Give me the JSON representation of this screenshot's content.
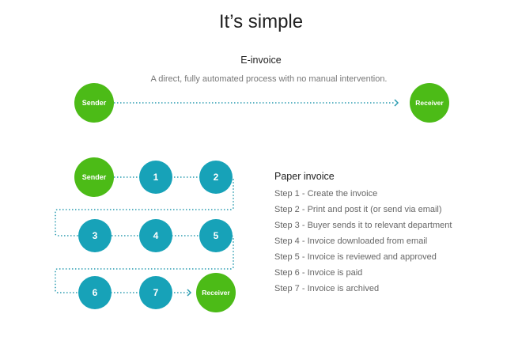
{
  "title": "It’s simple",
  "einvoice": {
    "title": "E-invoice",
    "description": "A direct, fully automated process with no manual intervention.",
    "sender": "Sender",
    "receiver": "Receiver"
  },
  "paper": {
    "title": "Paper invoice",
    "sender": "Sender",
    "receiver": "Receiver",
    "nodes": [
      "1",
      "2",
      "3",
      "4",
      "5",
      "6",
      "7"
    ],
    "steps": [
      "Step 1 - Create the invoice",
      "Step 2 - Print and post it (or send via email)",
      "Step 3 - Buyer sends it to relevant department",
      "Step 4 - Invoice downloaded from email",
      "Step 5 - Invoice is reviewed and approved",
      "Step 6 - Invoice is paid",
      "Step 7 - Invoice is archived"
    ]
  },
  "colors": {
    "green": "#4cbb17",
    "teal": "#17a2b8",
    "dots": "#2a9bb0"
  }
}
